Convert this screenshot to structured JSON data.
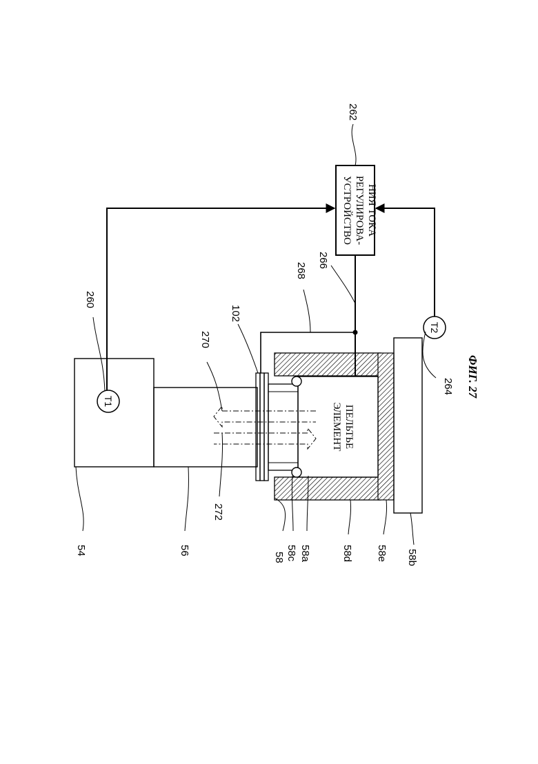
{
  "labels": {
    "l54": "54",
    "l56": "56",
    "l58": "58",
    "l58c": "58c",
    "l58a": "58a",
    "l58d": "58d",
    "l58e": "58e",
    "l58b": "58b",
    "l272": "272",
    "l270": "270",
    "l102": "102",
    "l268": "268",
    "l266": "266",
    "l260": "260",
    "l262": "262",
    "l264": "264"
  },
  "sensors": {
    "t1": "T1",
    "t2": "T2"
  },
  "peltier_text": [
    "ЭЛЕМЕНТ",
    "ПЕЛЬТЬЕ"
  ],
  "controller_text": [
    "УСТРОЙСТВО",
    "РЕГУЛИРОВА-",
    "НИЯ ТОКА"
  ],
  "figure_caption": "ФИГ. 27"
}
